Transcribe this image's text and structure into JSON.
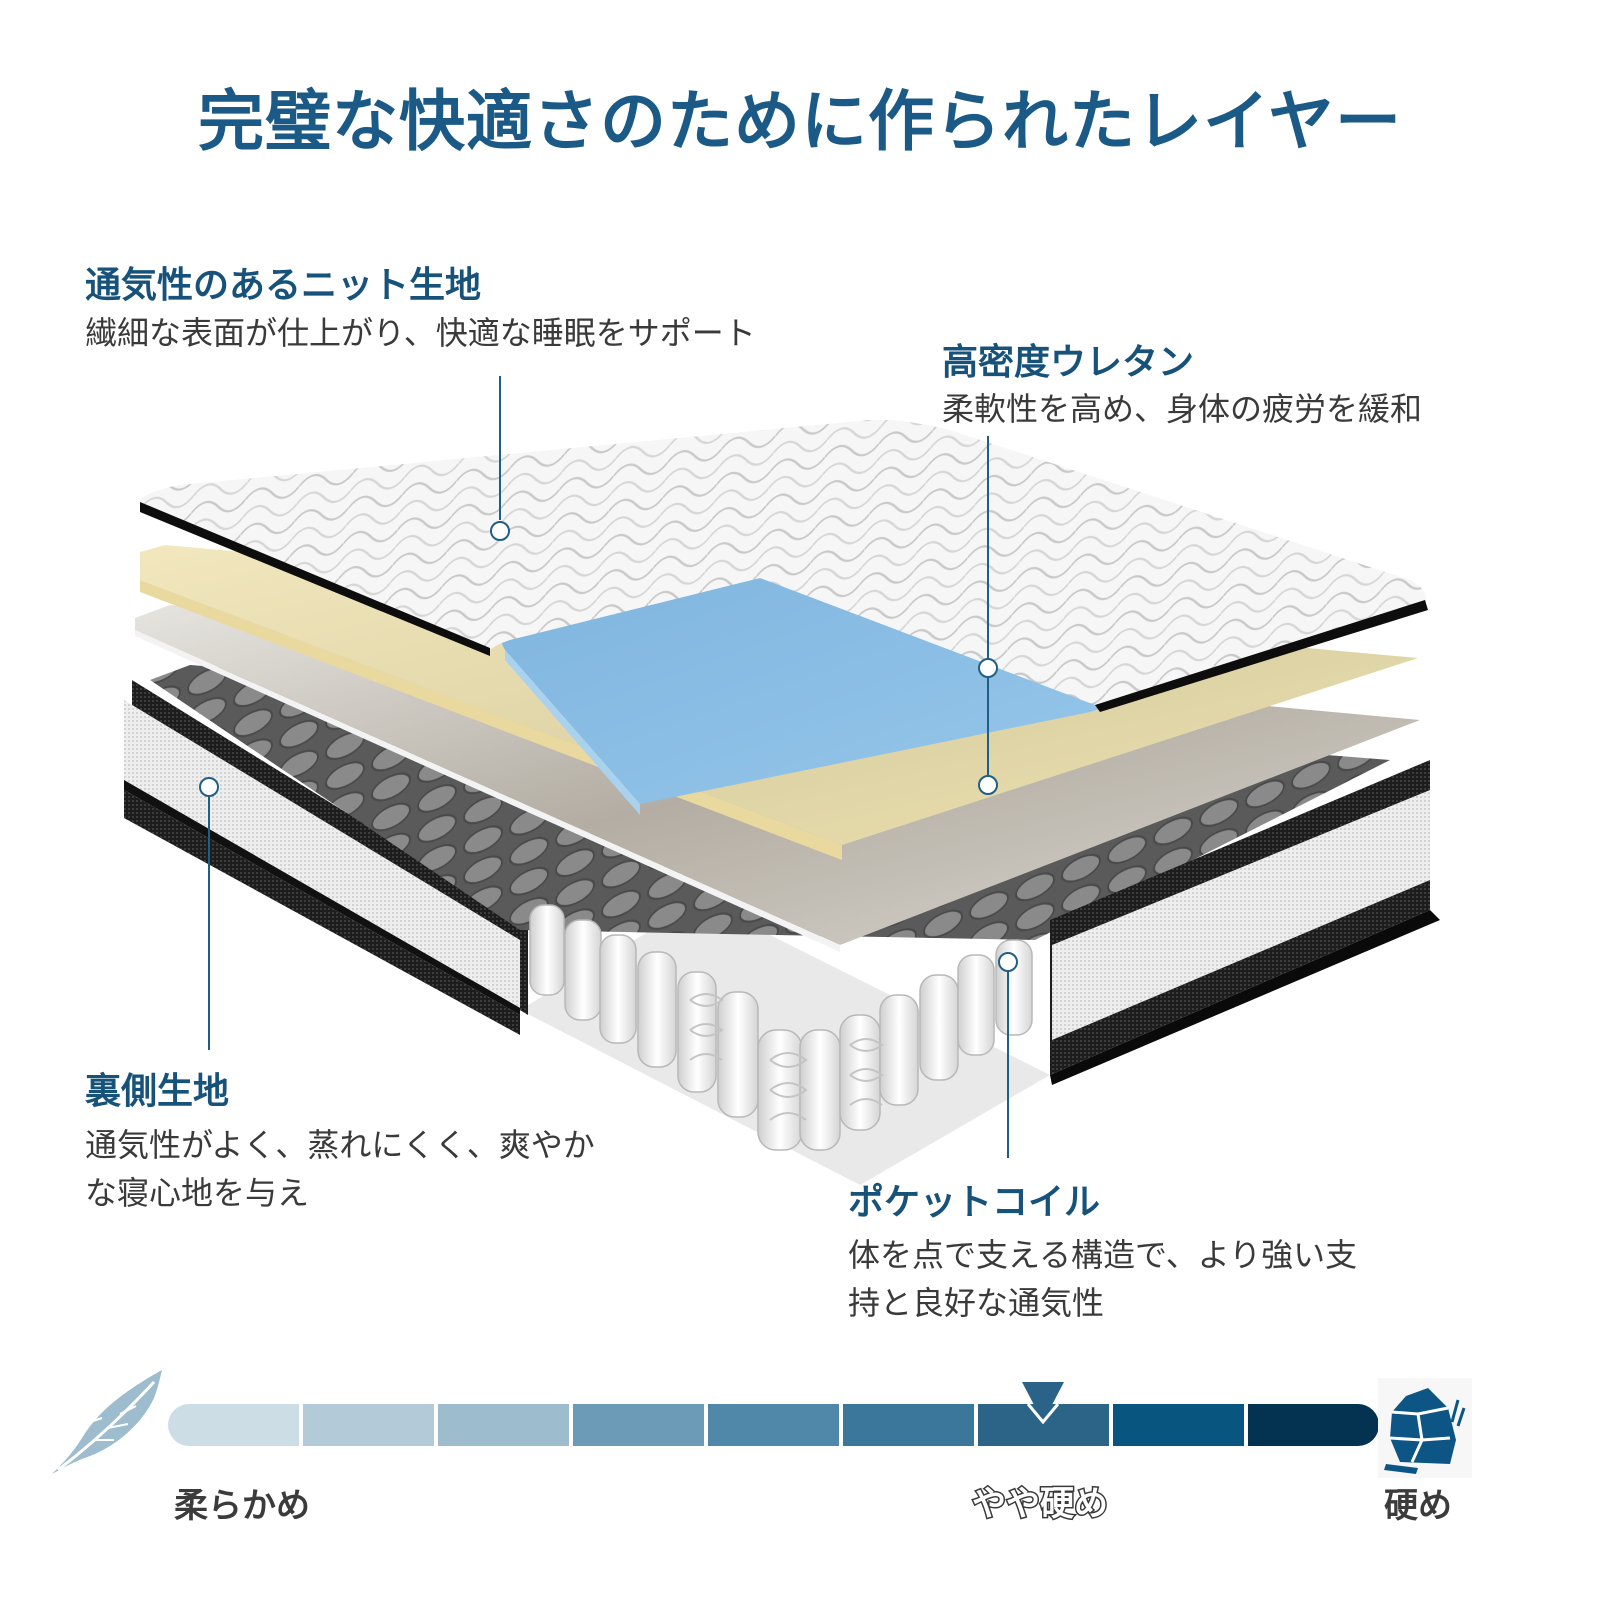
{
  "title": "完璧な快適さのために作られたレイヤー",
  "colors": {
    "title": "#1b5a86",
    "heading": "#17527b",
    "body_text": "#3a3a3a",
    "leader_line": "#1f5f85",
    "knit_top": "#f4f4f4",
    "gel_foam": "#8ebfe3",
    "urethane_foam": "#efe2b4",
    "insulator": "#cfcac2",
    "border_fabric": "#1c1c1c",
    "coil": "#ececec"
  },
  "callouts": [
    {
      "id": "knit-fabric",
      "heading": "通気性のあるニット生地",
      "description_lines": [
        "繊細な表面が仕上がり、快適な睡眠をサポート"
      ]
    },
    {
      "id": "high-density-urethane",
      "heading": "高密度ウレタン",
      "description_lines": [
        "柔軟性を高め、身体の疲労を緩和"
      ]
    },
    {
      "id": "back-fabric",
      "heading": "裏側生地",
      "description_lines": [
        "通気性がよく、蒸れにくく、爽やか",
        "な寝心地を与え"
      ]
    },
    {
      "id": "pocket-coil",
      "heading": "ポケットコイル",
      "description_lines": [
        "体を点で支える構造で、より強い支",
        "持と良好な通気性"
      ]
    }
  ],
  "firmness_scale": {
    "segments": [
      {
        "color": "#cddde6"
      },
      {
        "color": "#b3cbd8"
      },
      {
        "color": "#9dbccd"
      },
      {
        "color": "#6b9bb7"
      },
      {
        "color": "#5088aa"
      },
      {
        "color": "#3a779b"
      },
      {
        "color": "#2b6487"
      },
      {
        "color": "#08557f"
      },
      {
        "color": "#043352"
      }
    ],
    "selected_index": 6,
    "labels": {
      "soft": "柔らかめ",
      "selected": "やや硬め",
      "hard": "硬め"
    },
    "icons": {
      "soft": "feather-icon",
      "hard": "rock-icon"
    }
  }
}
